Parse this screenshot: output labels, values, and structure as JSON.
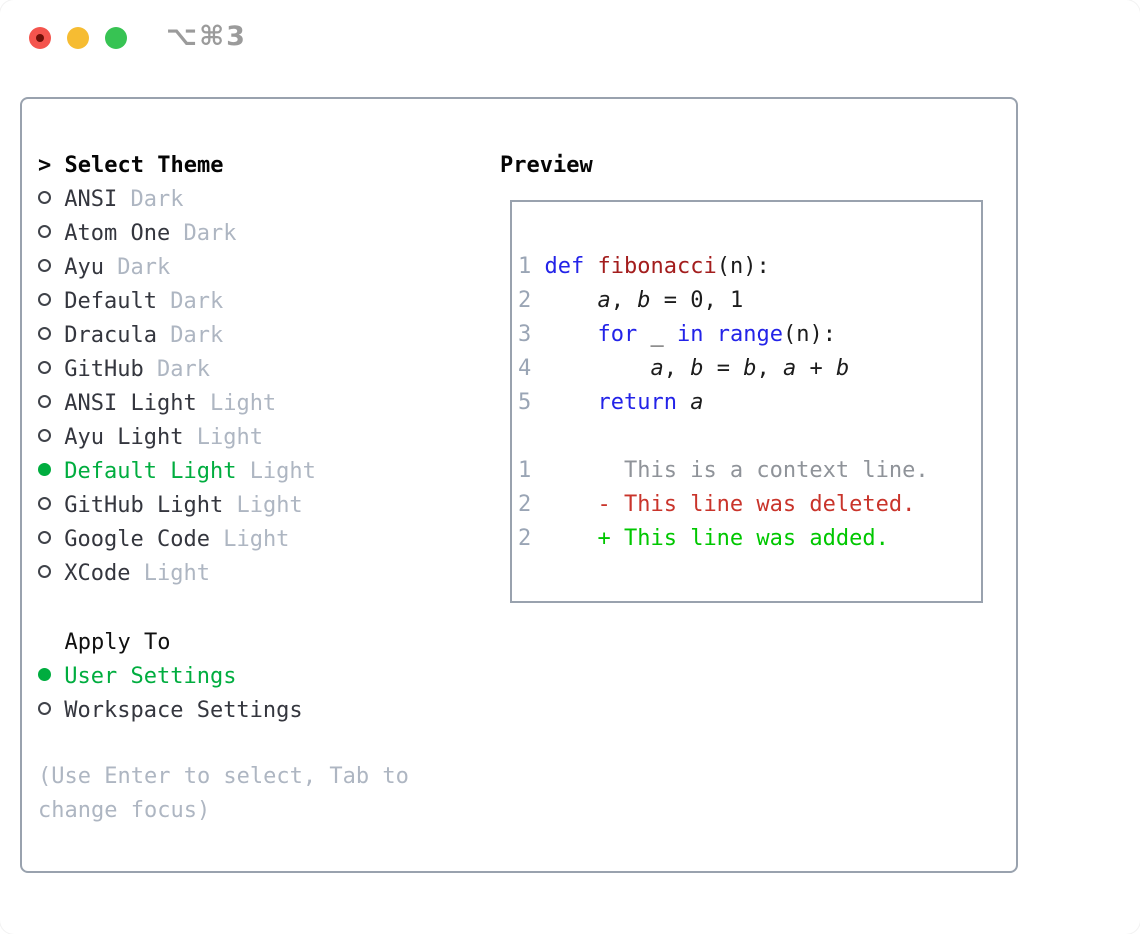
{
  "titlebar": {
    "shortcut": "⌥⌘3"
  },
  "theme_list": {
    "header": {
      "marker": ">",
      "label": "Select Theme"
    },
    "items": [
      {
        "name": "ANSI",
        "variant": "Dark",
        "selected": false
      },
      {
        "name": "Atom One",
        "variant": "Dark",
        "selected": false
      },
      {
        "name": "Ayu",
        "variant": "Dark",
        "selected": false
      },
      {
        "name": "Default",
        "variant": "Dark",
        "selected": false
      },
      {
        "name": "Dracula",
        "variant": "Dark",
        "selected": false
      },
      {
        "name": "GitHub",
        "variant": "Dark",
        "selected": false
      },
      {
        "name": "ANSI Light",
        "variant": "Light",
        "selected": false
      },
      {
        "name": "Ayu Light",
        "variant": "Light",
        "selected": false
      },
      {
        "name": "Default Light",
        "variant": "Light",
        "selected": true
      },
      {
        "name": "GitHub Light",
        "variant": "Light",
        "selected": false
      },
      {
        "name": "Google Code",
        "variant": "Light",
        "selected": false
      },
      {
        "name": "XCode",
        "variant": "Light",
        "selected": false
      }
    ]
  },
  "apply_to": {
    "header": "Apply To",
    "options": [
      {
        "label": "User Settings",
        "selected": true
      },
      {
        "label": "Workspace Settings",
        "selected": false
      }
    ]
  },
  "hint": "(Use Enter to select, Tab to change focus)",
  "preview": {
    "header": "Preview",
    "lines": [
      {
        "num": "",
        "tokens": []
      },
      {
        "num": "1",
        "tokens": [
          {
            "c": "kw",
            "t": "def"
          },
          {
            "c": "pl",
            "t": " "
          },
          {
            "c": "fn",
            "t": "fibonacci"
          },
          {
            "c": "pl",
            "t": "(n):"
          }
        ]
      },
      {
        "num": "2",
        "tokens": [
          {
            "c": "pl",
            "t": "    "
          },
          {
            "c": "var",
            "t": "a"
          },
          {
            "c": "pl",
            "t": ", "
          },
          {
            "c": "var",
            "t": "b"
          },
          {
            "c": "pl",
            "t": " = 0, 1"
          }
        ]
      },
      {
        "num": "3",
        "tokens": [
          {
            "c": "pl",
            "t": "    "
          },
          {
            "c": "kw",
            "t": "for"
          },
          {
            "c": "pl",
            "t": " _ "
          },
          {
            "c": "kw",
            "t": "in"
          },
          {
            "c": "pl",
            "t": " "
          },
          {
            "c": "kw",
            "t": "range"
          },
          {
            "c": "pl",
            "t": "(n):"
          }
        ]
      },
      {
        "num": "4",
        "tokens": [
          {
            "c": "pl",
            "t": "        "
          },
          {
            "c": "var",
            "t": "a"
          },
          {
            "c": "pl",
            "t": ", "
          },
          {
            "c": "var",
            "t": "b"
          },
          {
            "c": "pl",
            "t": " = "
          },
          {
            "c": "var",
            "t": "b"
          },
          {
            "c": "pl",
            "t": ", "
          },
          {
            "c": "var",
            "t": "a"
          },
          {
            "c": "pl",
            "t": " + "
          },
          {
            "c": "var",
            "t": "b"
          }
        ]
      },
      {
        "num": "5",
        "tokens": [
          {
            "c": "pl",
            "t": "    "
          },
          {
            "c": "kw",
            "t": "return"
          },
          {
            "c": "pl",
            "t": " "
          },
          {
            "c": "var",
            "t": "a"
          }
        ]
      },
      {
        "num": "",
        "tokens": []
      },
      {
        "num": "1",
        "tokens": [
          {
            "c": "ctx",
            "t": "      This is a context line."
          }
        ]
      },
      {
        "num": "2",
        "tokens": [
          {
            "c": "del",
            "t": "    - This line was deleted."
          }
        ]
      },
      {
        "num": "2",
        "tokens": [
          {
            "c": "add",
            "t": "    + This line was added."
          }
        ]
      }
    ]
  },
  "colors": {
    "accent_green": "#00ad3f",
    "diff_added": "#00c700",
    "diff_deleted": "#c9342b",
    "keyword_blue": "#2323e8",
    "function_red": "#a31d1d",
    "muted_gray": "#aeb6c2",
    "border_gray": "#99a2ae"
  }
}
